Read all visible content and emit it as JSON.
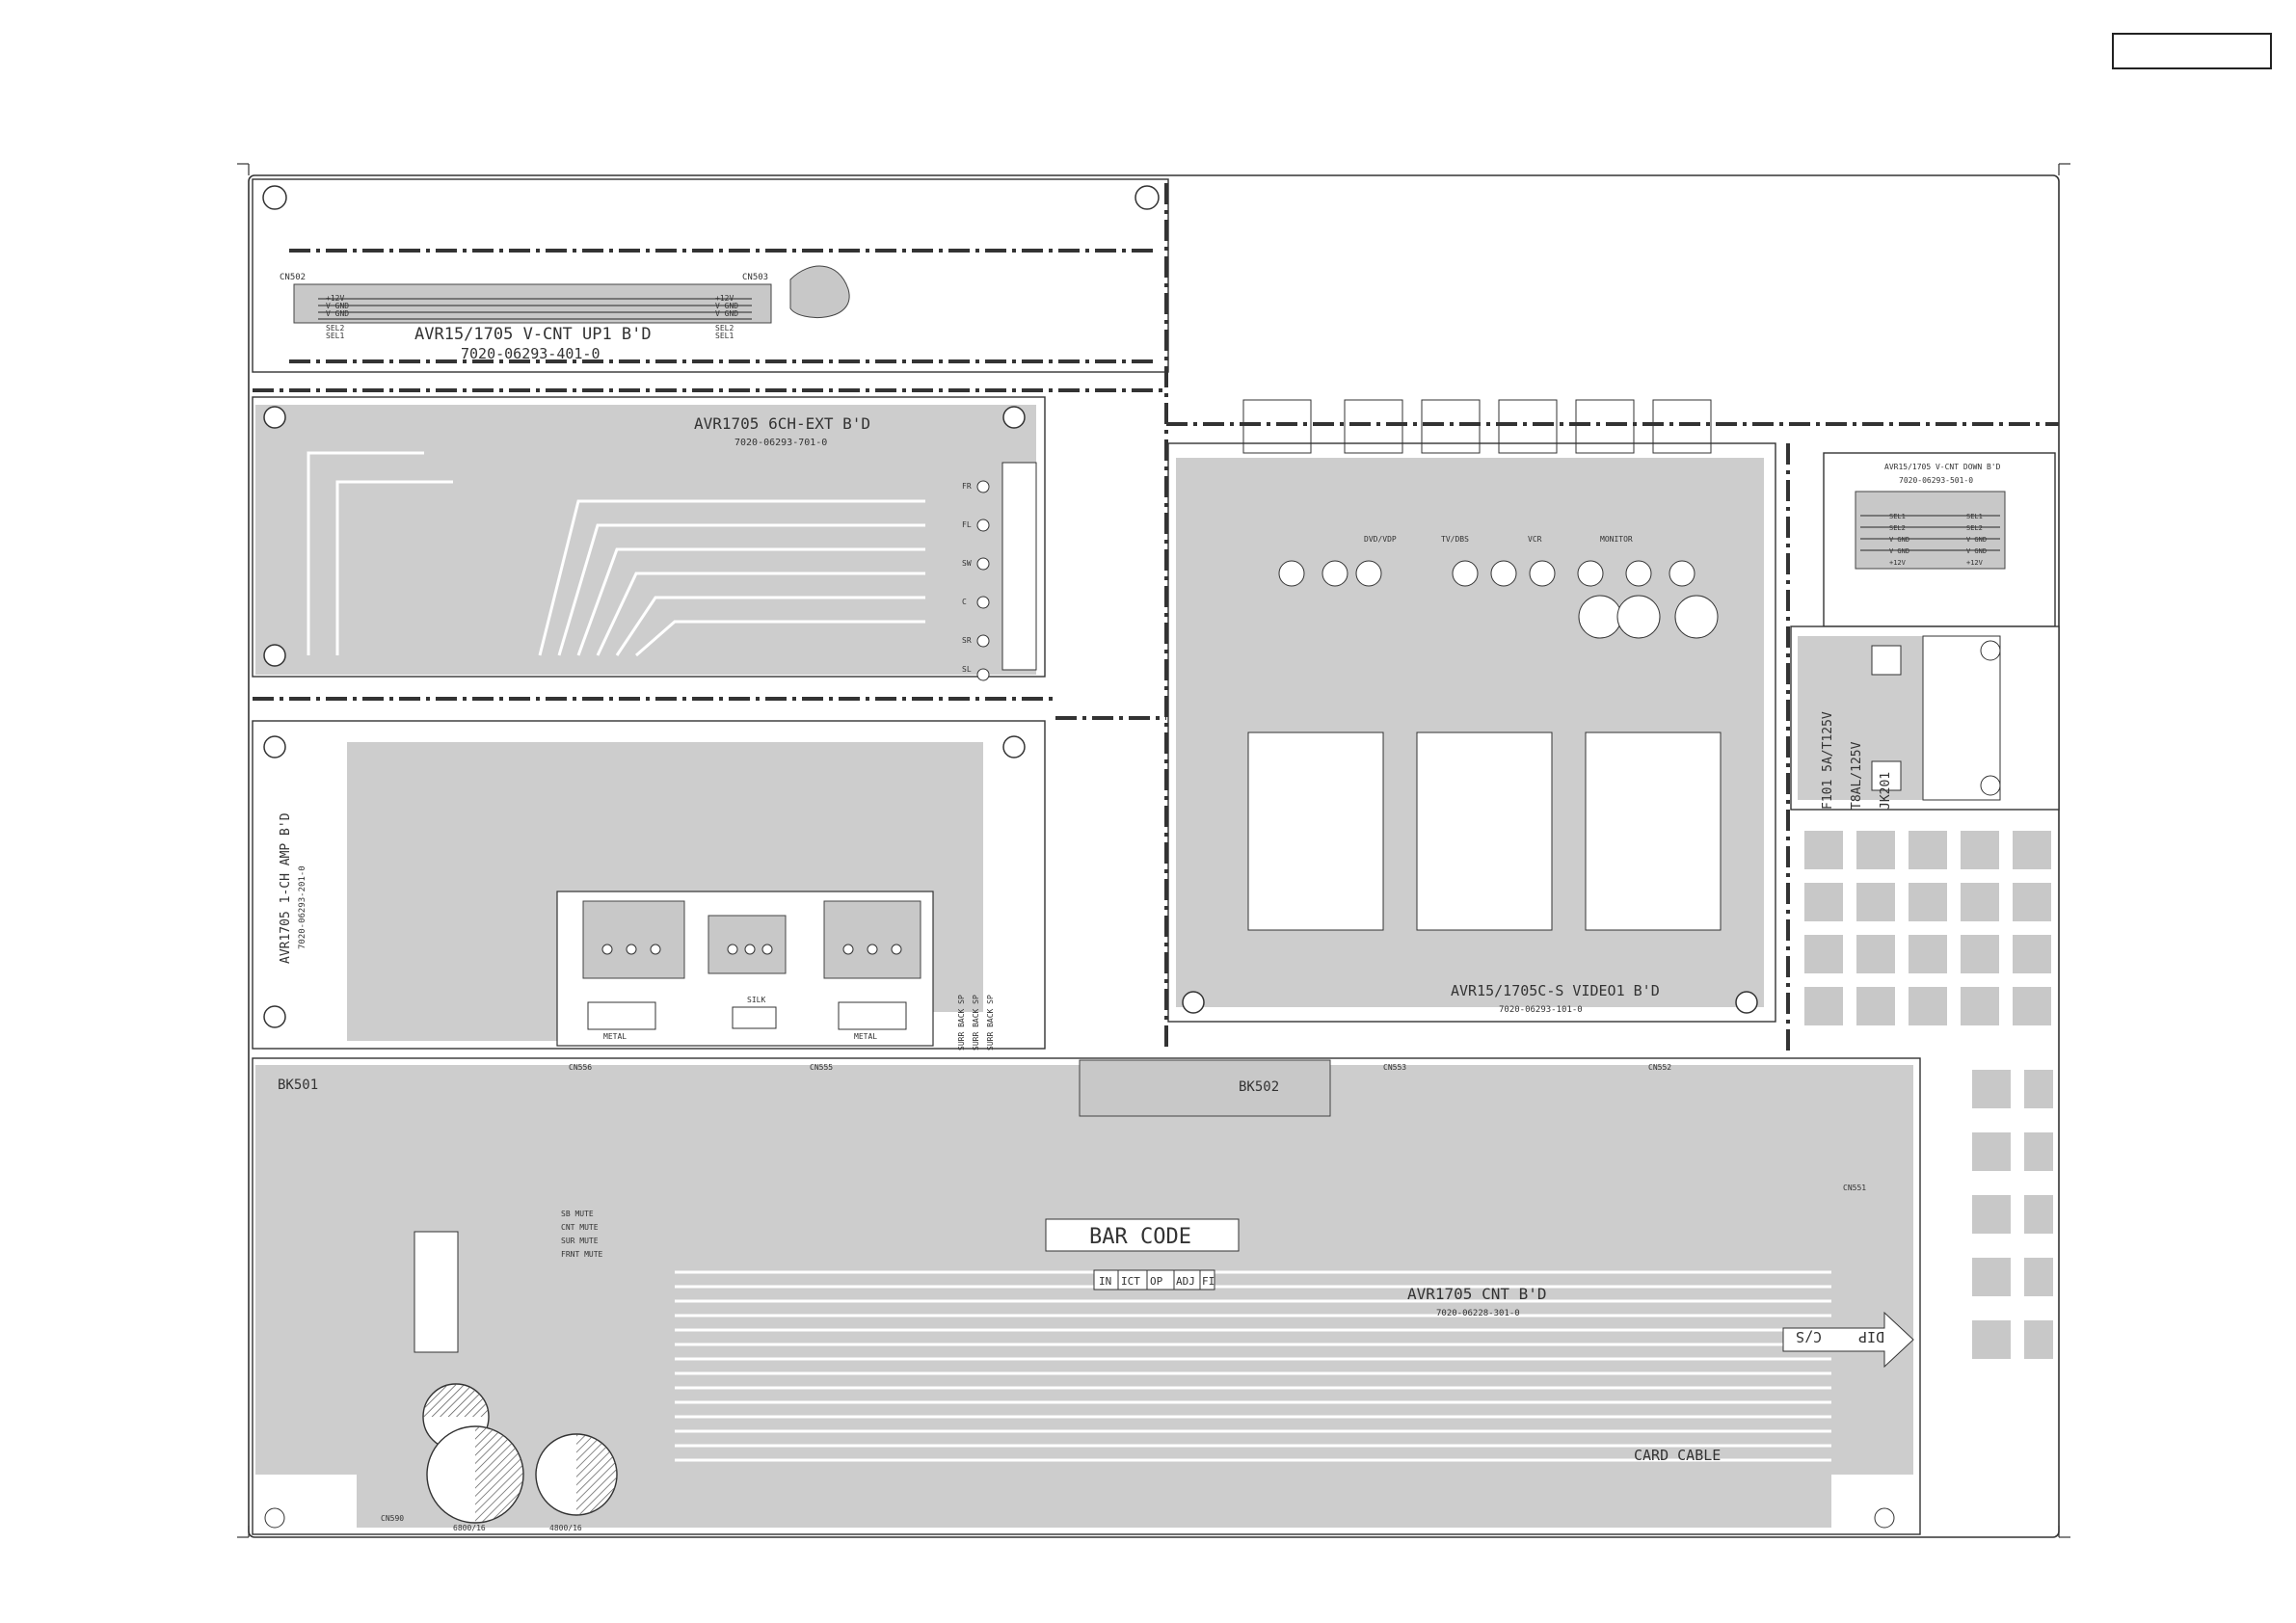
{
  "boards": [
    {
      "title": "AVR15/1705 V-CNT UP1 B'D",
      "part": "7020-06293-401-0"
    },
    {
      "title": "AVR1705 6CH-EXT B'D",
      "part": "7020-06293-701-0"
    },
    {
      "title": "AVR15/1705C-S VIDEO1 B'D",
      "part": "7020-06293-101-0"
    },
    {
      "title": "AVR15/1705 V-CNT DOWN B'D",
      "part": "7020-06293-501-0"
    },
    {
      "title": "AVR1705 1-CH AMP B'D",
      "part": "7020-06293-201-0"
    },
    {
      "title": "AVR1705 CNT B'D",
      "part": "7020-06228-301-0"
    }
  ],
  "power": {
    "line1": "F101 5A/T125V",
    "line2": "T8AL/125V",
    "jack": "JK201"
  },
  "bar_code": {
    "label": "BAR CODE",
    "cells": [
      "IN",
      "ICT",
      "OP",
      "ADJ",
      "FI"
    ]
  },
  "labels": {
    "card_cable": "CARD CABLE",
    "dip": "DIP",
    "cs": "C/S",
    "bk501": "BK501",
    "bk502": "BK502",
    "metal": "METAL",
    "silk": "SILK"
  },
  "connectors": {
    "cn502": "CN502",
    "cn503": "CN503",
    "up_pins": [
      "+12V",
      "V GND",
      "V GND",
      "SEL2",
      "SEL1"
    ],
    "down_left": [
      "SEL1",
      "SEL2",
      "V GND",
      "V GND",
      "+12V"
    ],
    "down_right": [
      "SEL1",
      "SEL2",
      "V GND",
      "V GND",
      "+12V"
    ],
    "cn551": "CN551",
    "cn552": "CN552",
    "cn553": "CN553",
    "cn555": "CN555",
    "cn556": "CN556",
    "cn590": "CN590"
  },
  "caps": {
    "c280": "6800/16",
    "c281": "4800/16"
  },
  "mute_labels": [
    "SB MUTE",
    "CNT MUTE",
    "SUR MUTE",
    "FRNT MUTE"
  ],
  "video_jacks": [
    "DVD/VDP",
    "TV/DBS",
    "VCR",
    "MONITOR"
  ],
  "ext_channels": [
    "FR",
    "FL",
    "SW",
    "C",
    "SR",
    "SL"
  ],
  "amp_outputs": [
    "SURR BACK SP",
    "SURR BACK SP",
    "SURR BACK SP"
  ]
}
